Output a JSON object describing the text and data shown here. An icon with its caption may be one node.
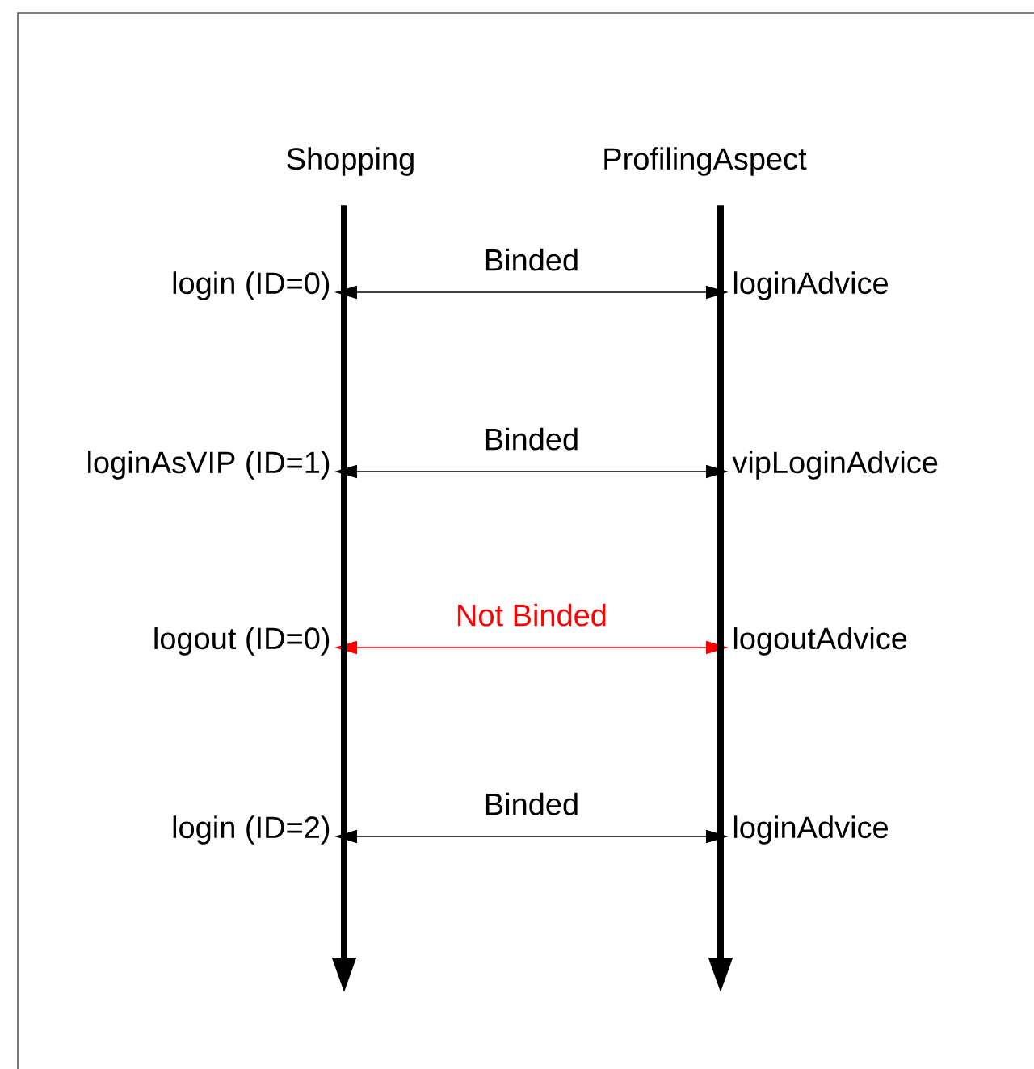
{
  "diagram": {
    "nodes": [
      {
        "text": [
          "Shopping"
        ]
      },
      {
        "text": [
          "ProfilingAspect"
        ]
      },
      {
        "text": [
          "login (ID=0)"
        ]
      },
      {
        "text": [
          "loginAdvice"
        ]
      },
      {
        "text": [
          "loginAsVIP (ID=1)"
        ]
      },
      {
        "text": [
          "vipLoginAdvice"
        ]
      },
      {
        "text": [
          "logout (ID=0)"
        ]
      },
      {
        "text": [
          "logoutAdvice"
        ]
      },
      {
        "text": [
          "login (ID=2)"
        ]
      },
      {
        "text": [
          "loginAdvice"
        ]
      }
    ],
    "edges": [
      {
        "from": 2,
        "to": 3,
        "arrow": "both",
        "label": "Binded"
      },
      {
        "from": 4,
        "to": 5,
        "arrow": "both",
        "label": "Binded"
      },
      {
        "from": 6,
        "to": 7,
        "arrow": "both",
        "label": "Not Binded",
        "color": "#ff0000"
      },
      {
        "from": 8,
        "to": 9,
        "arrow": "both",
        "label": "Binded"
      },
      {
        "from": 0,
        "to": null,
        "arrow": "to",
        "style": "thick"
      },
      {
        "from": 1,
        "to": null,
        "arrow": "to",
        "style": "thick"
      }
    ]
  }
}
